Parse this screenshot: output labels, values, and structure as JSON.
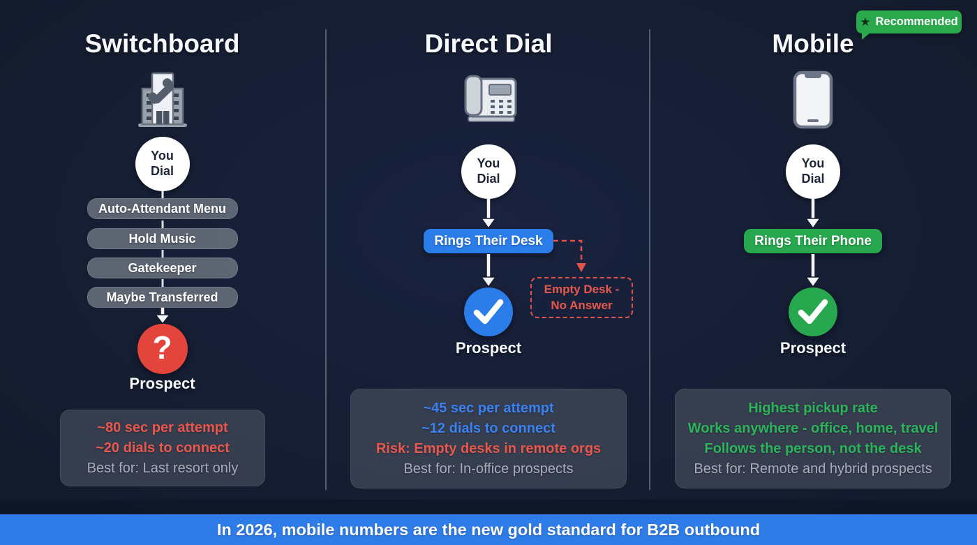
{
  "colors": {
    "background": "#151d31",
    "red": "#e8584c",
    "blue_accent": "#2b7de9",
    "blue_text": "#3b82f0",
    "green_accent": "#27a84e",
    "green_text": "#2cb45a",
    "muted_text": "#a7afbc",
    "pill_gray": "#68707c",
    "stats_box_bg": "#3e4657",
    "banner_bg": "#2e7ce8",
    "badge_bg": "#2aa84c"
  },
  "badge": {
    "label": "Recommended",
    "icon": "star-icon"
  },
  "columns": [
    {
      "title": "Switchboard",
      "icon": "office-building-phone-icon",
      "start_line1": "You",
      "start_line2": "Dial",
      "steps": [
        "Auto-Attendant Menu",
        "Hold Music",
        "Gatekeeper",
        "Maybe Transferred"
      ],
      "outcome_symbol": "?",
      "outcome_label": "Prospect",
      "stats": [
        {
          "text": "~80 sec per attempt",
          "color": "#e8584c"
        },
        {
          "text": "~20 dials to connect",
          "color": "#e8584c"
        },
        {
          "text": "Best for: Last resort only",
          "color": "#a7afbc"
        }
      ]
    },
    {
      "title": "Direct Dial",
      "icon": "desk-phone-icon",
      "start_line1": "You",
      "start_line2": "Dial",
      "action_label": "Rings Their Desk",
      "risk_callout": "Empty Desk - No Answer",
      "outcome_label": "Prospect",
      "stats": [
        {
          "text": "~45 sec per attempt",
          "color": "#3b82f0"
        },
        {
          "text": "~12 dials to connect",
          "color": "#3b82f0"
        },
        {
          "text": "Risk: Empty desks in remote orgs",
          "color": "#e8584c"
        },
        {
          "text": "Best for: In-office prospects",
          "color": "#a7afbc"
        }
      ]
    },
    {
      "title": "Mobile",
      "icon": "smartphone-icon",
      "start_line1": "You",
      "start_line2": "Dial",
      "action_label": "Rings Their Phone",
      "outcome_label": "Prospect",
      "stats": [
        {
          "text": "Highest pickup rate",
          "color": "#2cb45a"
        },
        {
          "text": "Works anywhere - office, home, travel",
          "color": "#2cb45a"
        },
        {
          "text": "Follows the person, not the desk",
          "color": "#2cb45a"
        },
        {
          "text": "Best for: Remote and hybrid prospects",
          "color": "#a7afbc"
        }
      ]
    }
  ],
  "banner": {
    "text": "In 2026, mobile numbers are the new gold standard for B2B outbound"
  }
}
